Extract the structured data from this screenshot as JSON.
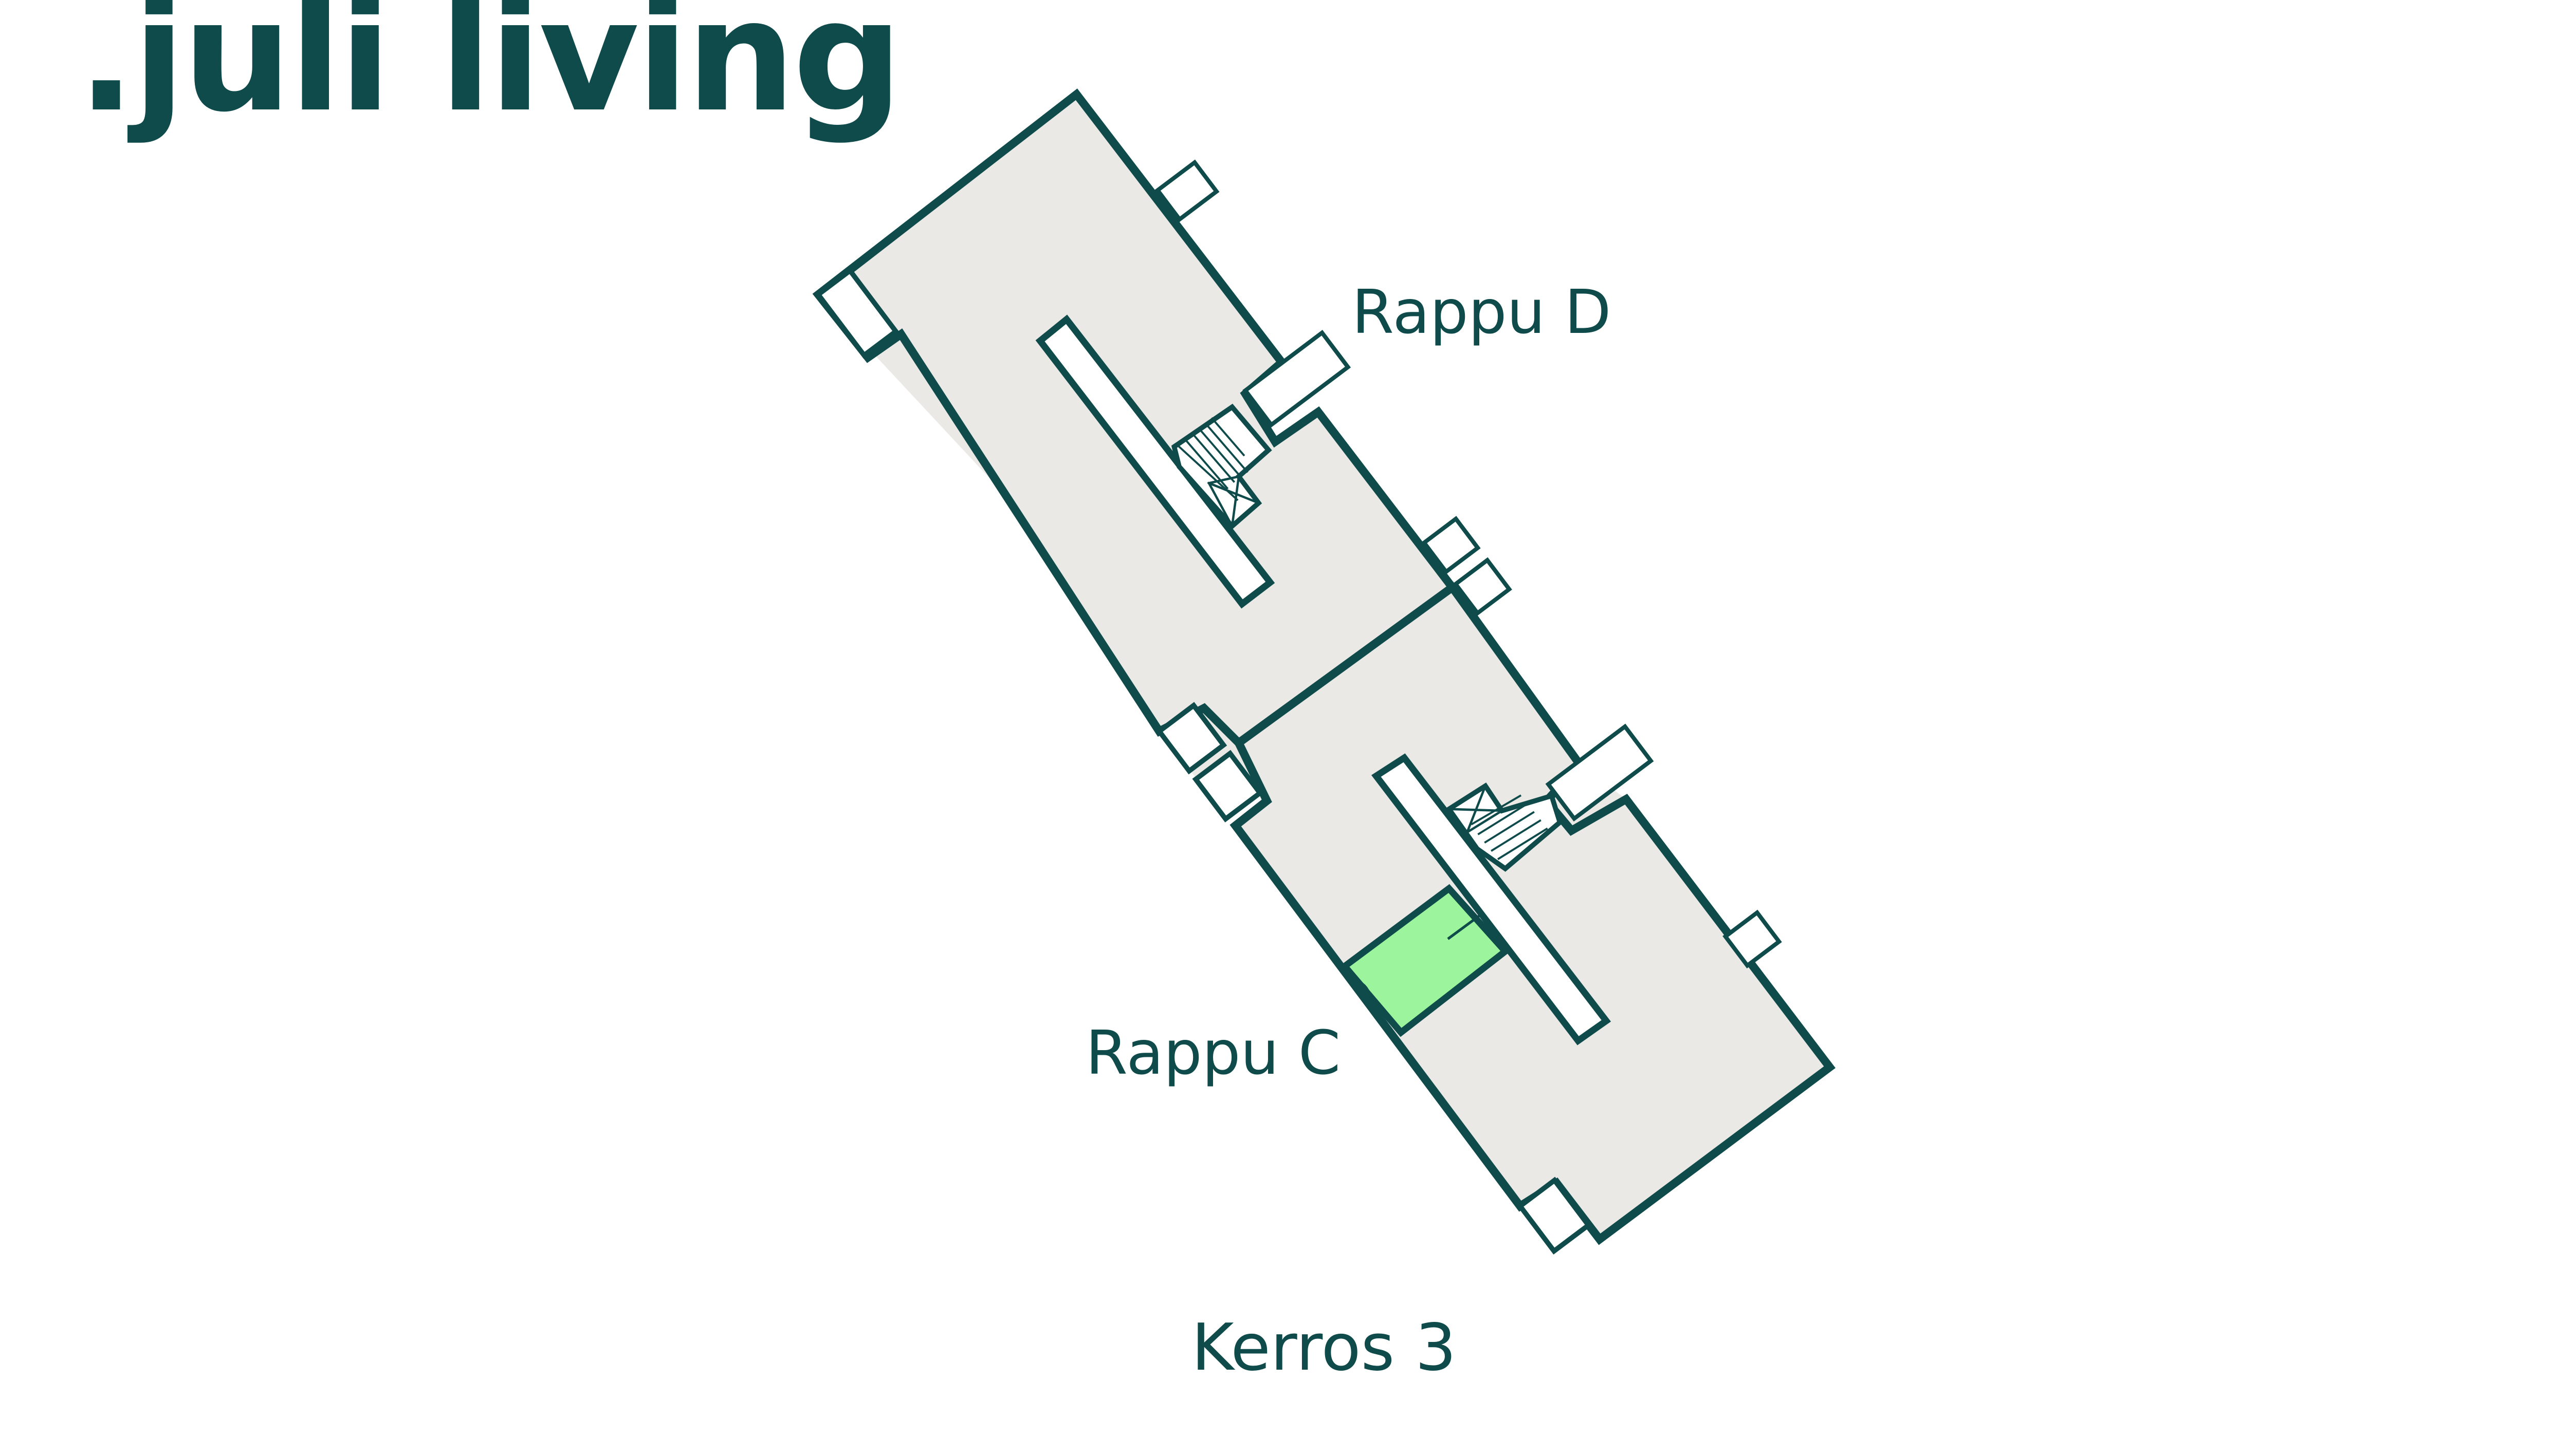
{
  "brand": {
    "name": ".juli living"
  },
  "floorplan": {
    "staircases": [
      {
        "id": "d",
        "label": "Rappu D"
      },
      {
        "id": "c",
        "label": "Rappu C"
      }
    ],
    "floor_label": "Kerros 3",
    "highlighted_unit": {
      "staircase": "Rappu C"
    }
  },
  "colors": {
    "brand_dark_green": "#0f4b4b",
    "floor_fill": "#ebe9e6",
    "highlight_green": "#9cf59c",
    "background": "#ffffff"
  }
}
